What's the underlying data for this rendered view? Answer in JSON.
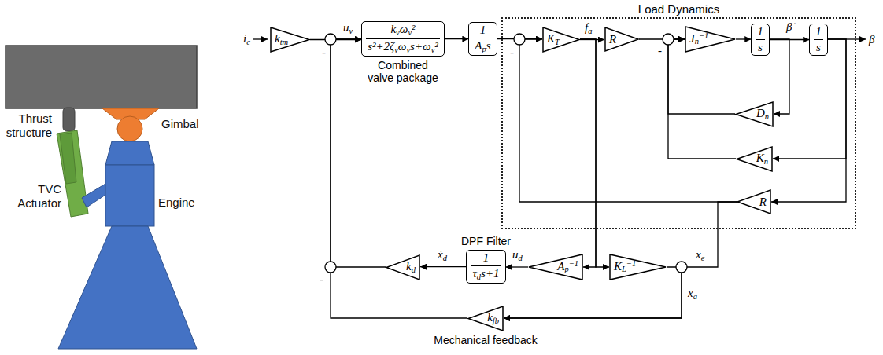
{
  "diagram": {
    "nodes": [
      {
        "text": [
          "ktm"
        ]
      },
      {
        "text": [
          "kvωv²",
          "s²+2ζvωvs+ωv²",
          "Combined valve package"
        ]
      },
      {
        "text": [
          "1",
          "Aps"
        ]
      },
      {
        "text": [
          "Load Dynamics"
        ]
      },
      {
        "text": [
          "KT"
        ],
        "in": 3
      },
      {
        "text": [
          "R"
        ],
        "in": 3
      },
      {
        "text": [
          "Jn−1"
        ],
        "in": 3
      },
      {
        "text": [
          "1",
          "s"
        ],
        "in": 3
      },
      {
        "text": [
          "1",
          "s"
        ],
        "in": 3
      },
      {
        "text": [
          "Dn"
        ],
        "in": 3
      },
      {
        "text": [
          "Kn"
        ],
        "in": 3
      },
      {
        "text": [
          "R"
        ],
        "in": 3
      },
      {
        "text": [
          "kd"
        ]
      },
      {
        "text": [
          "DPF Filter",
          "1",
          "τds+1"
        ]
      },
      {
        "text": [
          "Ap−1"
        ]
      },
      {
        "text": [
          "KL−1"
        ]
      },
      {
        "text": [
          "kfb",
          "Mechanical feedback"
        ]
      }
    ],
    "edges": [
      {
        "from": 0,
        "to": 1,
        "arrow": "to"
      },
      {
        "from": 1,
        "to": 2,
        "arrow": "to"
      },
      {
        "from": 2,
        "to": 4,
        "arrow": "to"
      },
      {
        "from": 4,
        "to": 5,
        "arrow": "to"
      },
      {
        "from": 4,
        "to": 14,
        "arrow": "to"
      },
      {
        "from": 4,
        "to": 15,
        "arrow": "to"
      },
      {
        "from": 5,
        "to": 6,
        "arrow": "to"
      },
      {
        "from": 6,
        "to": 7,
        "arrow": "to"
      },
      {
        "from": 7,
        "to": 8,
        "arrow": "to"
      },
      {
        "from": 7,
        "to": 9,
        "arrow": "to"
      },
      {
        "from": 8,
        "to": 10,
        "arrow": "to"
      },
      {
        "from": 8,
        "to": 11,
        "arrow": "to"
      },
      {
        "from": 9,
        "to": 6,
        "arrow": "to"
      },
      {
        "from": 10,
        "to": 6,
        "arrow": "to"
      },
      {
        "from": 11,
        "to": 4,
        "arrow": "to"
      },
      {
        "from": 11,
        "to": 16,
        "arrow": "to"
      },
      {
        "from": 15,
        "to": 16,
        "arrow": "to"
      },
      {
        "from": 14,
        "to": 13,
        "arrow": "to"
      },
      {
        "from": 13,
        "to": 12,
        "arrow": "to"
      },
      {
        "from": 12,
        "to": 1,
        "arrow": "to"
      },
      {
        "from": 16,
        "to": 1,
        "arrow": "to"
      }
    ],
    "labels": [
      "Thrust structure",
      "TVC Actuator",
      "Gimbal",
      "Engine",
      "ic",
      "uv",
      "-",
      "-",
      "fa",
      "-",
      "β̇",
      "β",
      "xe",
      "ud",
      "ẋd",
      "xa",
      "-"
    ]
  }
}
